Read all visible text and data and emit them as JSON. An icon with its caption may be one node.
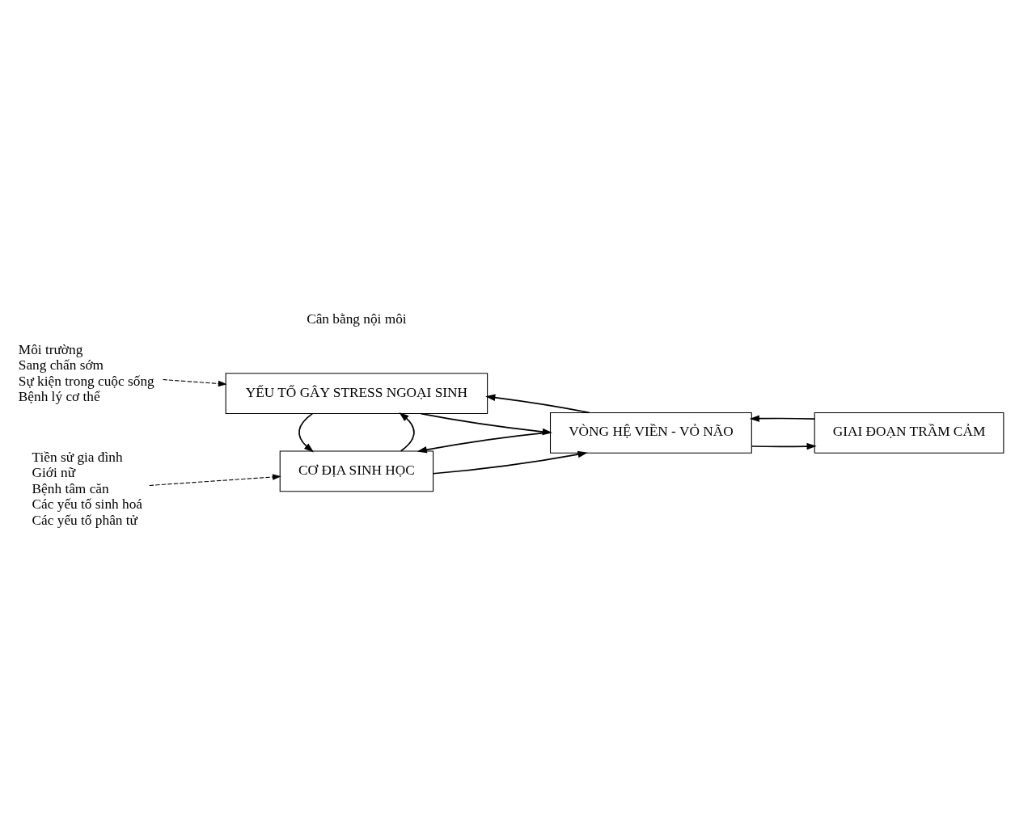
{
  "diagram": {
    "nodes": [
      {
        "text": [
          "Tiền sử gia đình",
          "Giới nữ",
          "Bệnh tâm căn",
          "Các yếu tố sinh hoá",
          "Các yếu tố phân tử"
        ]
      },
      {
        "text": [
          "CƠ ĐỊA SINH HỌC"
        ]
      },
      {
        "text": [
          "VÒNG HỆ VIỀN - VỎ NÃO"
        ]
      },
      {
        "text": [
          "Môi trường",
          "Sang chấn sớm",
          "Sự kiện trong cuộc sống",
          "Bệnh lý cơ thể"
        ]
      },
      {
        "text": [
          "YẾU TỐ GÂY STRESS NGOẠI SINH"
        ]
      },
      {
        "text": [
          "GIAI ĐOẠN TRẦM CẢM"
        ]
      }
    ],
    "edges": [
      {
        "from": 0,
        "to": 1,
        "arrow": "to",
        "style": "dashed"
      },
      {
        "from": 1,
        "to": 4,
        "arrow": "to"
      },
      {
        "from": 4,
        "to": 1,
        "arrow": "to"
      },
      {
        "from": 2,
        "to": 1,
        "arrow": "to"
      },
      {
        "from": 1,
        "to": 2,
        "arrow": "to"
      },
      {
        "from": 2,
        "to": 4,
        "arrow": "to"
      },
      {
        "from": 4,
        "to": 2,
        "arrow": "to"
      },
      {
        "from": 3,
        "to": 4,
        "arrow": "to",
        "style": "dashed"
      },
      {
        "from": 2,
        "to": 5,
        "arrow": "to"
      },
      {
        "from": 5,
        "to": 2,
        "arrow": "to"
      }
    ],
    "labels": [
      "Cân bằng nội môi"
    ]
  }
}
